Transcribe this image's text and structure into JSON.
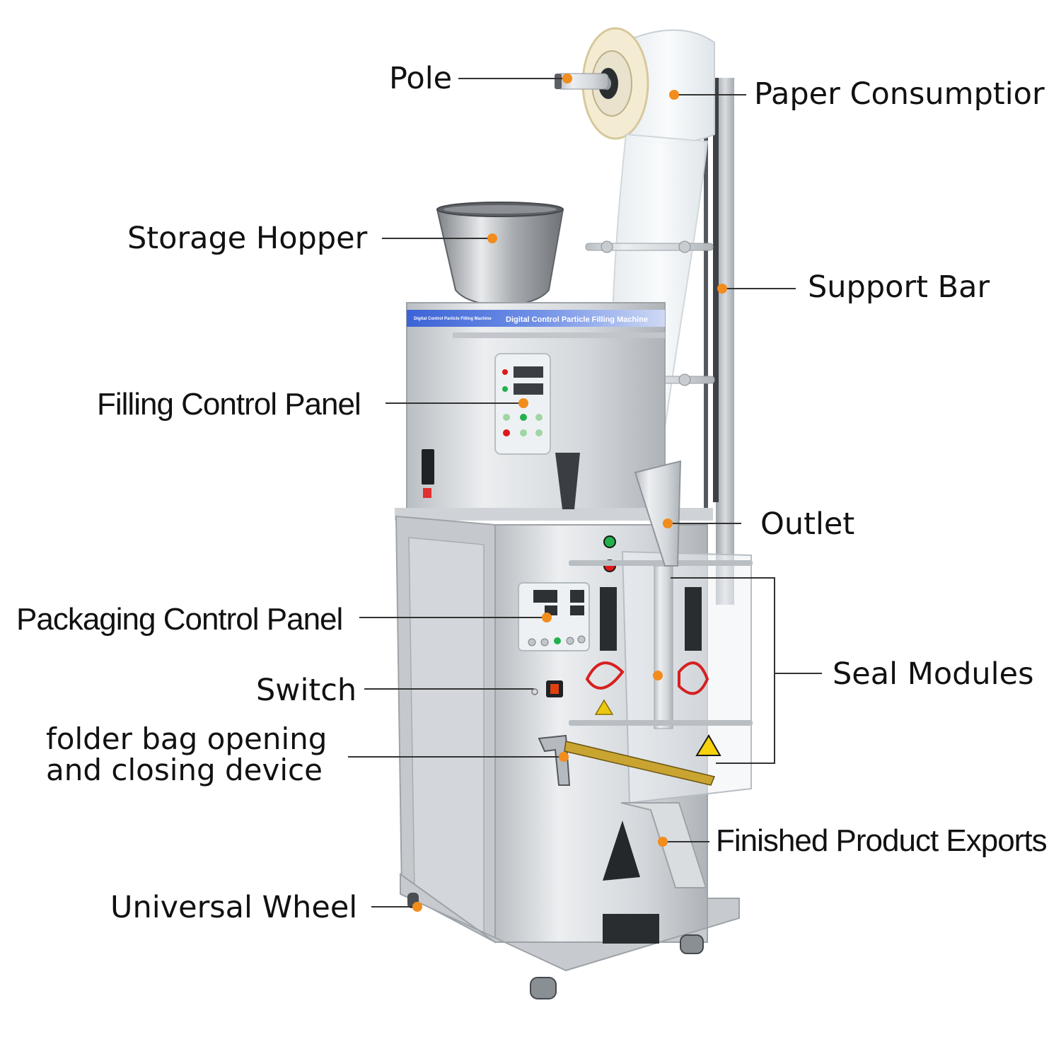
{
  "colors": {
    "callout_dot": "#f28c1c",
    "leader_line": "#333333",
    "machine_steel": "#d6d9dc",
    "machine_shadow": "#9ea3a8",
    "panel_stripe": "#2f5fd8",
    "led_red": "#e01818",
    "led_green": "#22b14c"
  },
  "machine": {
    "top_panel_text": "Digital Control Particle Filling Machine",
    "panel_side_text": "Digital Control Particle Filling Machine"
  },
  "callouts": {
    "pole": "Pole",
    "paper_consumption": "Paper Consumptior",
    "storage_hopper": "Storage Hopper",
    "support_bar": "Support Bar",
    "filling_control_panel": "Filling Control Panel",
    "outlet": "Outlet",
    "packaging_control_panel": "Packaging Control Panel",
    "seal_modules": "Seal Modules",
    "switch": "Switch",
    "folder_bag_line1": "folder bag opening",
    "folder_bag_line2": "and closing device",
    "finished_product_exports": "Finished Product Exports",
    "universal_wheel": "Universal Wheel"
  }
}
